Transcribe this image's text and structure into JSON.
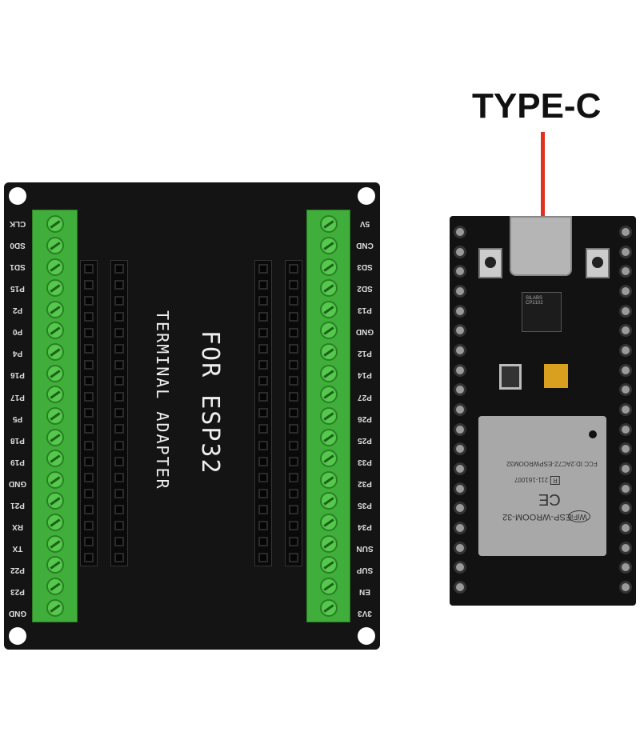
{
  "callout": {
    "label": "TYPE-C",
    "line_color": "#e0301e"
  },
  "adapter": {
    "title": "FOR ESP32",
    "subtitle": "TERMINAL ADAPTER",
    "left_pins": [
      "CLK",
      "SD0",
      "SD1",
      "P15",
      "P2",
      "P0",
      "P4",
      "P16",
      "P17",
      "P5",
      "P18",
      "P19",
      "GND",
      "P21",
      "RX",
      "TX",
      "P22",
      "P23",
      "GND"
    ],
    "right_pins": [
      "5V",
      "CND",
      "SD3",
      "SD2",
      "P13",
      "GND",
      "P12",
      "P14",
      "P27",
      "P26",
      "P25",
      "P33",
      "P32",
      "P35",
      "P34",
      "SUN",
      "SUP",
      "EN",
      "3V3"
    ]
  },
  "module": {
    "name": "ESP-WROOM-32",
    "fcc": "FCC ID:2AC7Z-ESPWROOM32",
    "cert": "211-161007",
    "ce": "CE",
    "r_mark": "R",
    "wifi": "WiFi",
    "chip": "SILABS CP2102"
  }
}
